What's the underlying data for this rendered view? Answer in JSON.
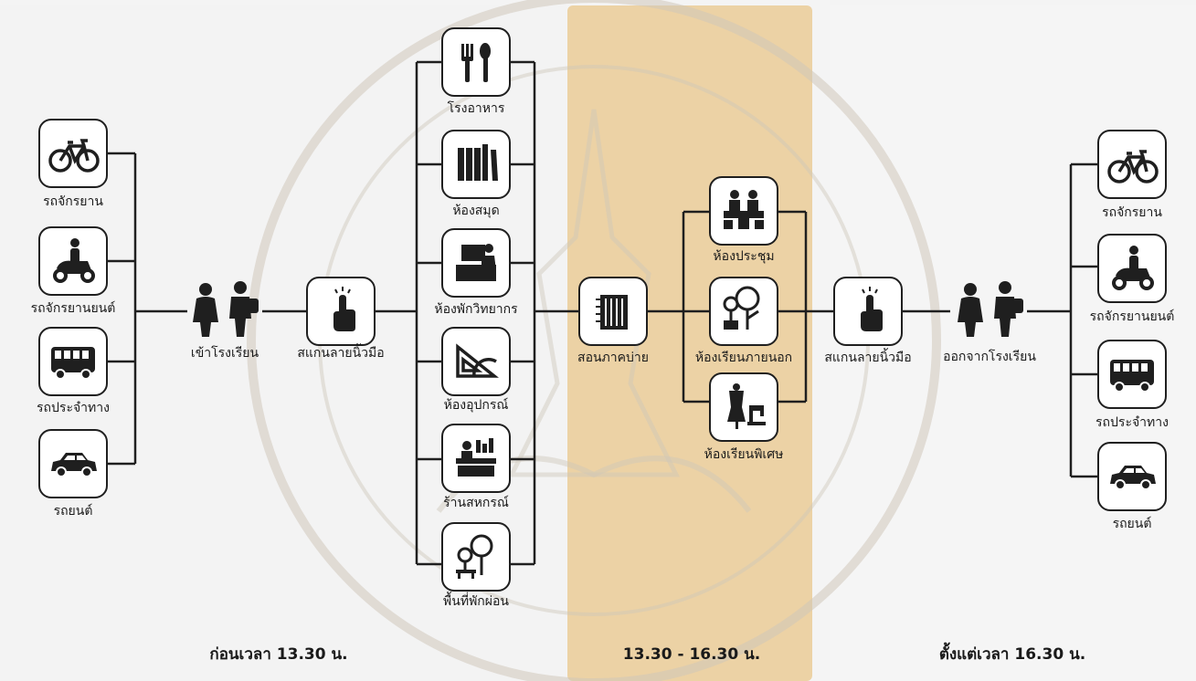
{
  "transport_left": [
    {
      "label": "รถจักรยาน",
      "icon": "bicycle-icon"
    },
    {
      "label": "รถจักรยานยนต์",
      "icon": "scooter-icon"
    },
    {
      "label": "รถประจำทาง",
      "icon": "bus-icon"
    },
    {
      "label": "รถยนต์",
      "icon": "car-icon"
    }
  ],
  "transport_right": [
    {
      "label": "รถจักรยาน",
      "icon": "bicycle-icon"
    },
    {
      "label": "รถจักรยานยนต์",
      "icon": "scooter-icon"
    },
    {
      "label": "รถประจำทาง",
      "icon": "bus-icon"
    },
    {
      "label": "รถยนต์",
      "icon": "car-icon"
    }
  ],
  "enter_school": {
    "label": "เข้าโรงเรียน",
    "icon": "students-icon"
  },
  "scan_in": {
    "label": "สแกนลายนิ้วมือ",
    "icon": "fingerprint-scan-icon"
  },
  "facilities": [
    {
      "label": "โรงอาหาร",
      "icon": "fork-spoon-icon"
    },
    {
      "label": "ห้องสมุด",
      "icon": "books-icon"
    },
    {
      "label": "ห้องพักวิทยากร",
      "icon": "staff-room-icon"
    },
    {
      "label": "ห้องอุปกรณ์",
      "icon": "drafting-tools-icon"
    },
    {
      "label": "ร้านสหกรณ์",
      "icon": "shop-icon"
    },
    {
      "label": "พื้นที่พักผ่อน",
      "icon": "park-icon"
    }
  ],
  "lecture": {
    "label": "สอนภาคบ่าย",
    "icon": "notebook-icon"
  },
  "afternoon_rooms": [
    {
      "label": "ห้องประชุม",
      "icon": "meeting-icon"
    },
    {
      "label": "ห้องเรียนภายนอก",
      "icon": "outdoor-class-icon"
    },
    {
      "label": "ห้องเรียนพิเศษ",
      "icon": "sewing-icon"
    }
  ],
  "scan_out": {
    "label": "สแกนลายนิ้วมือ",
    "icon": "fingerprint-scan-icon"
  },
  "leave_school": {
    "label": "ออกจากโรงเรียน",
    "icon": "students-icon"
  },
  "periods": {
    "before": "ก่อนเวลา 13.30 น.",
    "during": "13.30 - 16.30 น.",
    "after": "ตั้งแต่เวลา 16.30 น."
  },
  "colors": {
    "afternoon_band": "#ecd2a5",
    "line": "#1f1f1f",
    "seal": "#c9c2b6"
  }
}
